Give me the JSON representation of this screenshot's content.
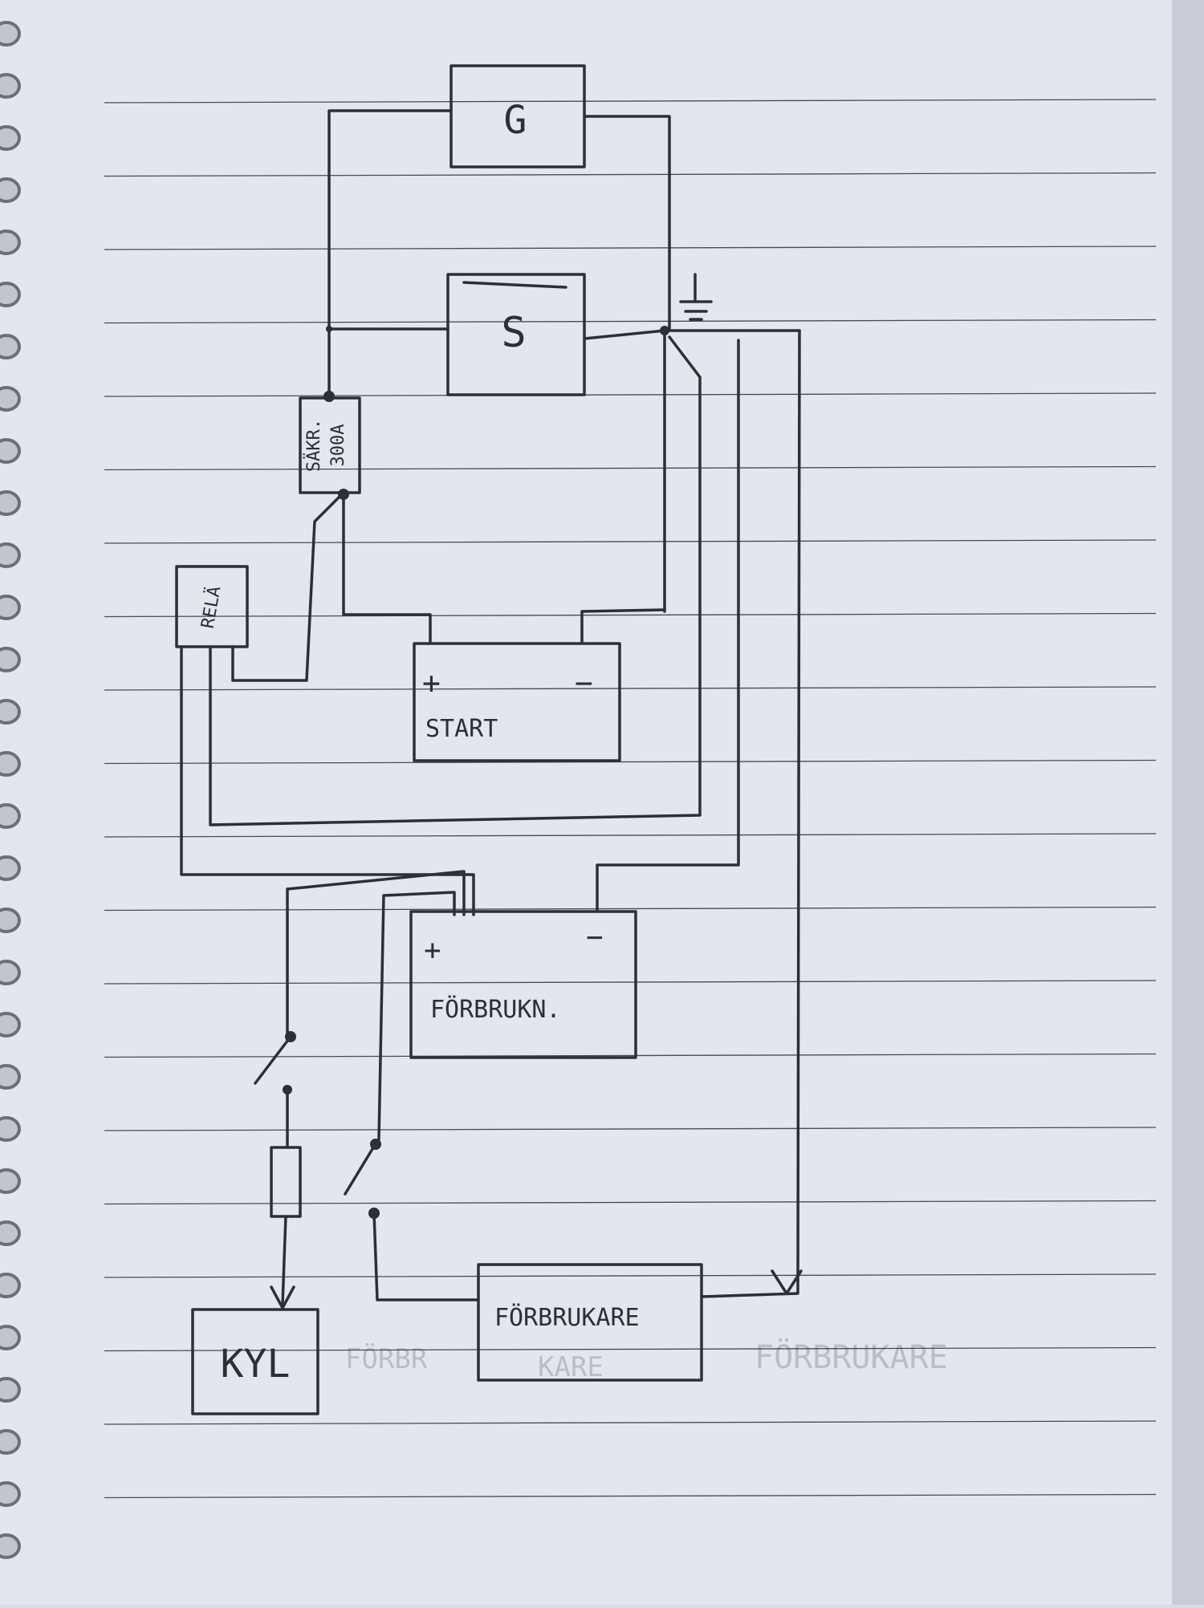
{
  "diagram": {
    "components": {
      "generator": "G",
      "starter": "S",
      "fuse_line1": "SÄKR.",
      "fuse_line2": "300A",
      "relay": "RELÄ",
      "start_battery": "START",
      "start_plus": "+",
      "start_minus": "−",
      "service_battery": "FÖRBRUKN.",
      "service_plus": "+",
      "service_minus": "−",
      "fridge": "KYL",
      "consumer": "FÖRBRUKARE"
    },
    "faint_text": {
      "ghost_1": "FÖRBR",
      "ghost_2": "KARE",
      "ghost_3": "FÖRBRUKARE"
    }
  },
  "colors": {
    "paper": "#e4e6ee",
    "ink": "#2e2e35",
    "ruled_line": "#4a4a55",
    "spiral": "#6b6f78"
  }
}
